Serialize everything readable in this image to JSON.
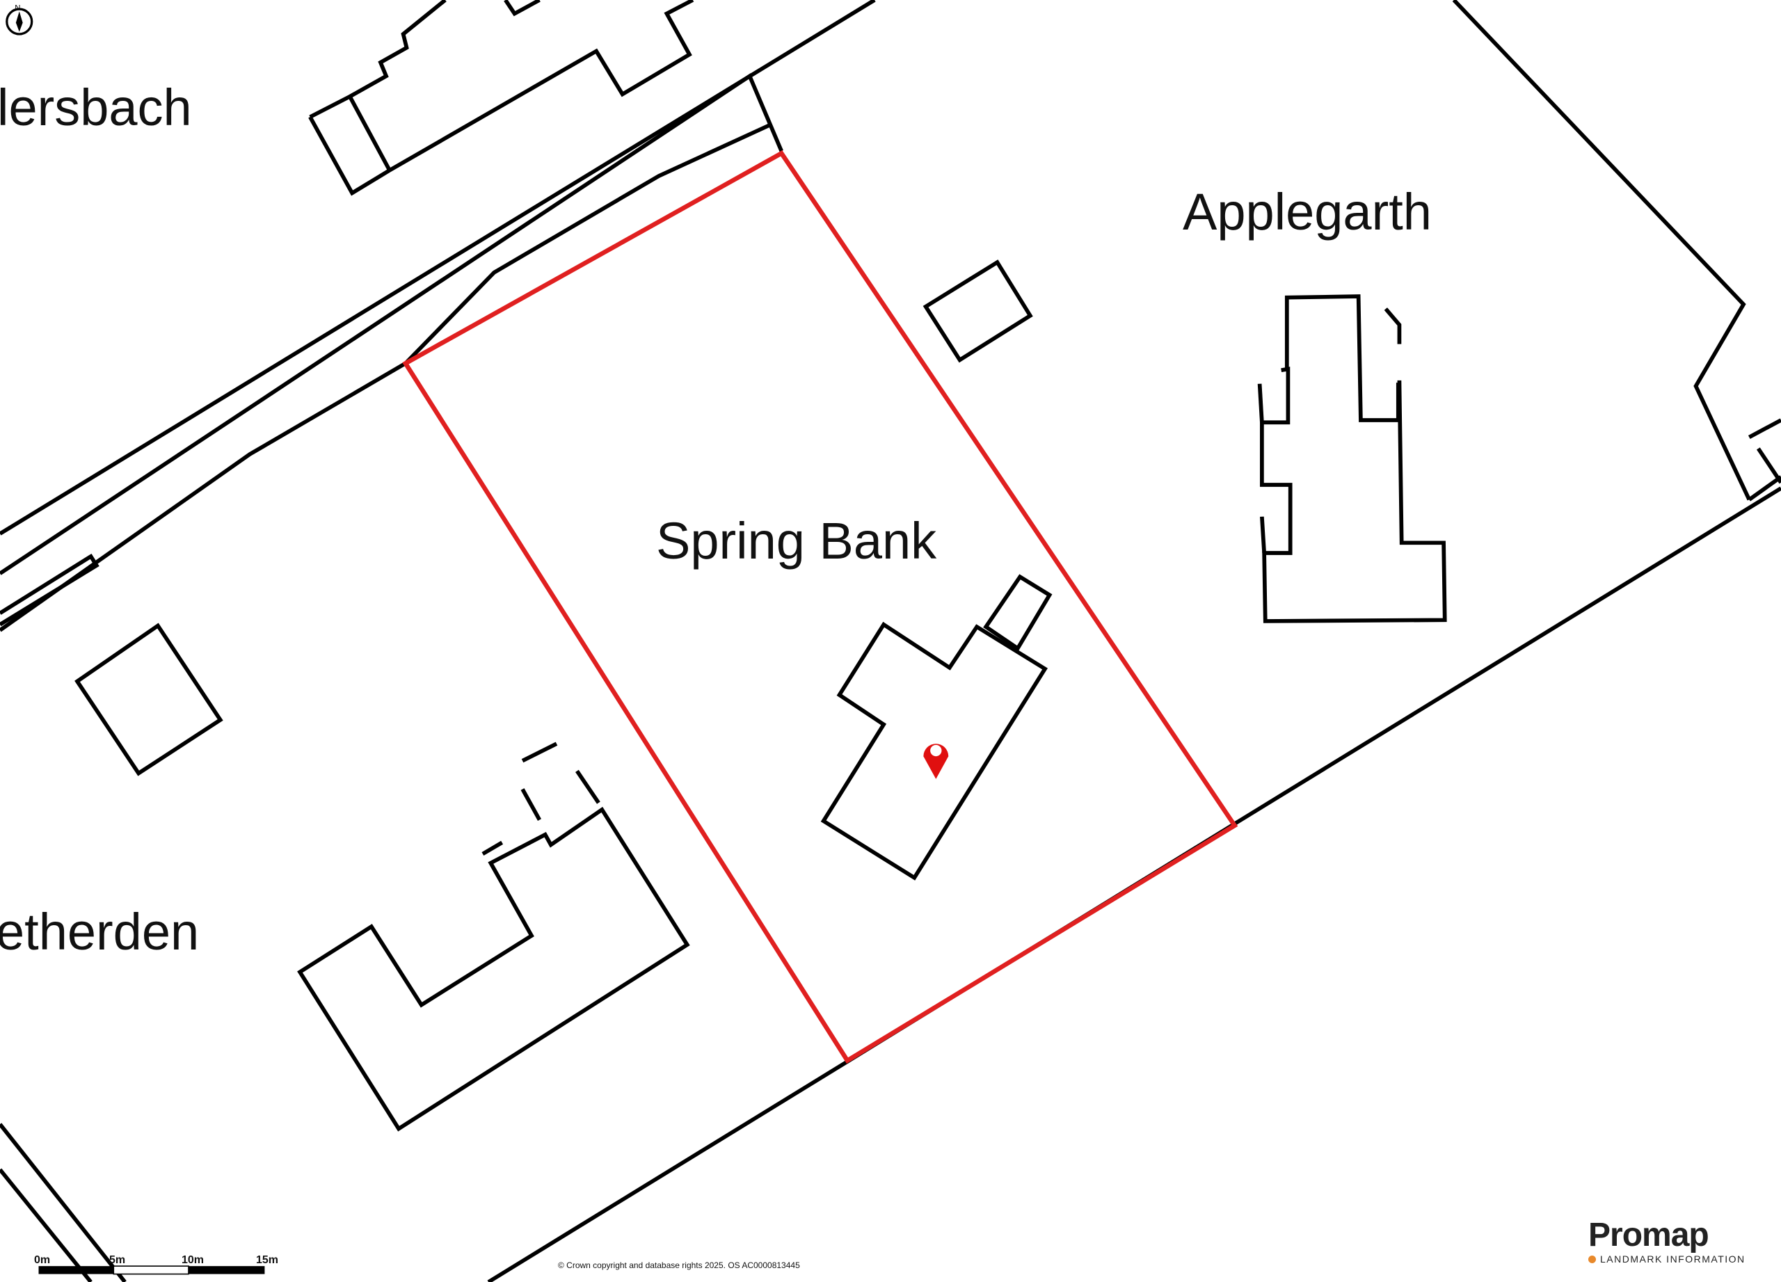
{
  "map": {
    "labels": {
      "top_left": "lersbach",
      "applegarth": "Applegarth",
      "spring_bank": "Spring Bank",
      "bottom_left": "etherden"
    },
    "boundary_color": "#e02020",
    "marker_color": "#e01010",
    "compass": "north-arrow-icon"
  },
  "scale_bar": {
    "ticks": [
      "0m",
      "5m",
      "10m",
      "15m"
    ]
  },
  "copyright": "© Crown copyright and database rights 2025. OS AC0000813445",
  "brand": {
    "name": "Promap",
    "tagline": "LANDMARK INFORMATION",
    "accent": "#e8892b"
  }
}
